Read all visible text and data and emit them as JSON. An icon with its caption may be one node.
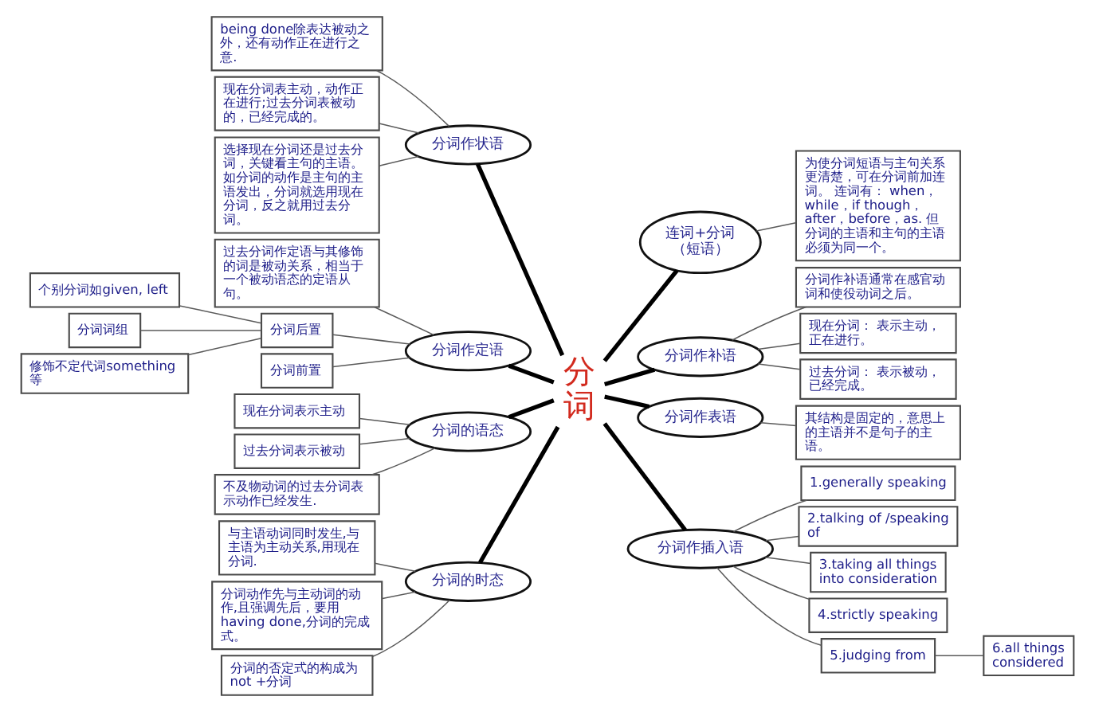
{
  "diagram": {
    "nodes": [
      {
        "text": [
          "分词"
        ]
      },
      {
        "text": [
          "分词作状语"
        ]
      },
      {
        "text": [
          "being done除表达被动之外，还有动作正在进行之意."
        ]
      },
      {
        "text": [
          "现在分词表主动，动作正在进行;过去分词表被动的，已经完成的。"
        ]
      },
      {
        "text": [
          "选择现在分词还是过去分词，关键看主句的主语。如分词的动作是主句的主语发出，分词就选用现在分词，反之就用过去分词。"
        ]
      },
      {
        "text": [
          "分词作定语"
        ]
      },
      {
        "text": [
          "过去分词作定语与其修饰的词是被动关系，相当于一个被动语态的定语从句。"
        ]
      },
      {
        "text": [
          "分词后置"
        ]
      },
      {
        "text": [
          "个别分词如given, left"
        ]
      },
      {
        "text": [
          "分词词组"
        ]
      },
      {
        "text": [
          "修饰不定代词something等"
        ]
      },
      {
        "text": [
          "分词前置"
        ]
      },
      {
        "text": [
          "分词的语态"
        ]
      },
      {
        "text": [
          "现在分词表示主动"
        ]
      },
      {
        "text": [
          "过去分词表示被动"
        ]
      },
      {
        "text": [
          "不及物动词的过去分词表示动作已经发生."
        ]
      },
      {
        "text": [
          "分词的时态"
        ]
      },
      {
        "text": [
          "与主语动词同时发生,与主语为主动关系,用现在分词."
        ]
      },
      {
        "text": [
          "分词动作先与主动词的动作,且强调先后，要用having done,分词的完成式。"
        ]
      },
      {
        "text": [
          "分词的否定式的构成为not +分词"
        ]
      },
      {
        "text": [
          "连词+分词（短语）"
        ]
      },
      {
        "text": [
          "为使分词短语与主句关系更清楚，可在分词前加连词。 连词有： when，while，if though，after，before，as. 但分词的主语和主句的主语必须为同一个。"
        ]
      },
      {
        "text": [
          "分词作补语"
        ]
      },
      {
        "text": [
          "分词作补语通常在感官动词和使役动词之后。"
        ]
      },
      {
        "text": [
          "现在分词： 表示主动，正在进行。"
        ]
      },
      {
        "text": [
          "过去分词： 表示被动，已经完成。"
        ]
      },
      {
        "text": [
          "分词作表语"
        ]
      },
      {
        "text": [
          "其结构是固定的，意思上的主语并不是句子的主语。"
        ]
      },
      {
        "text": [
          "分词作插入语"
        ]
      },
      {
        "text": [
          "1.generally speaking"
        ]
      },
      {
        "text": [
          "2.talking of /speaking of"
        ]
      },
      {
        "text": [
          "3.taking all things into consideration"
        ]
      },
      {
        "text": [
          "4.strictly speaking"
        ]
      },
      {
        "text": [
          "5.judging from"
        ]
      },
      {
        "text": [
          "6.all things considered"
        ]
      }
    ],
    "edges": [
      {
        "from": 1,
        "to": 0,
        "arrow": "none",
        "style": "thick",
        "color": "#000000"
      },
      {
        "from": 5,
        "to": 0,
        "arrow": "none",
        "style": "thick",
        "color": "#000000"
      },
      {
        "from": 12,
        "to": 0,
        "arrow": "none",
        "style": "thick",
        "color": "#000000"
      },
      {
        "from": 16,
        "to": 0,
        "arrow": "none",
        "style": "thick",
        "color": "#000000"
      },
      {
        "from": 0,
        "to": 20,
        "arrow": "none",
        "style": "thick",
        "color": "#000000"
      },
      {
        "from": 0,
        "to": 22,
        "arrow": "none",
        "style": "thick",
        "color": "#000000"
      },
      {
        "from": 0,
        "to": 26,
        "arrow": "none",
        "style": "thick",
        "color": "#000000"
      },
      {
        "from": 0,
        "to": 28,
        "arrow": "none",
        "style": "thick",
        "color": "#000000"
      },
      {
        "from": 2,
        "to": 1,
        "arrow": "none"
      },
      {
        "from": 3,
        "to": 1,
        "arrow": "none"
      },
      {
        "from": 4,
        "to": 1,
        "arrow": "none"
      },
      {
        "from": 6,
        "to": 5,
        "arrow": "none"
      },
      {
        "from": 7,
        "to": 5,
        "arrow": "none"
      },
      {
        "from": 8,
        "to": 7,
        "arrow": "none"
      },
      {
        "from": 9,
        "to": 7,
        "arrow": "none"
      },
      {
        "from": 10,
        "to": 7,
        "arrow": "none"
      },
      {
        "from": 11,
        "to": 5,
        "arrow": "none"
      },
      {
        "from": 13,
        "to": 12,
        "arrow": "none"
      },
      {
        "from": 14,
        "to": 12,
        "arrow": "none"
      },
      {
        "from": 15,
        "to": 12,
        "arrow": "none"
      },
      {
        "from": 17,
        "to": 16,
        "arrow": "none"
      },
      {
        "from": 18,
        "to": 16,
        "arrow": "none"
      },
      {
        "from": 19,
        "to": 16,
        "arrow": "none"
      },
      {
        "from": 20,
        "to": 21,
        "arrow": "none"
      },
      {
        "from": 22,
        "to": 23,
        "arrow": "none"
      },
      {
        "from": 22,
        "to": 24,
        "arrow": "none"
      },
      {
        "from": 22,
        "to": 25,
        "arrow": "none"
      },
      {
        "from": 26,
        "to": 27,
        "arrow": "none"
      },
      {
        "from": 28,
        "to": 29,
        "arrow": "none"
      },
      {
        "from": 28,
        "to": 30,
        "arrow": "none"
      },
      {
        "from": 28,
        "to": 31,
        "arrow": "none"
      },
      {
        "from": 28,
        "to": 32,
        "arrow": "none"
      },
      {
        "from": 28,
        "to": 33,
        "arrow": "none"
      },
      {
        "from": 33,
        "to": 34,
        "arrow": "none"
      }
    ]
  }
}
